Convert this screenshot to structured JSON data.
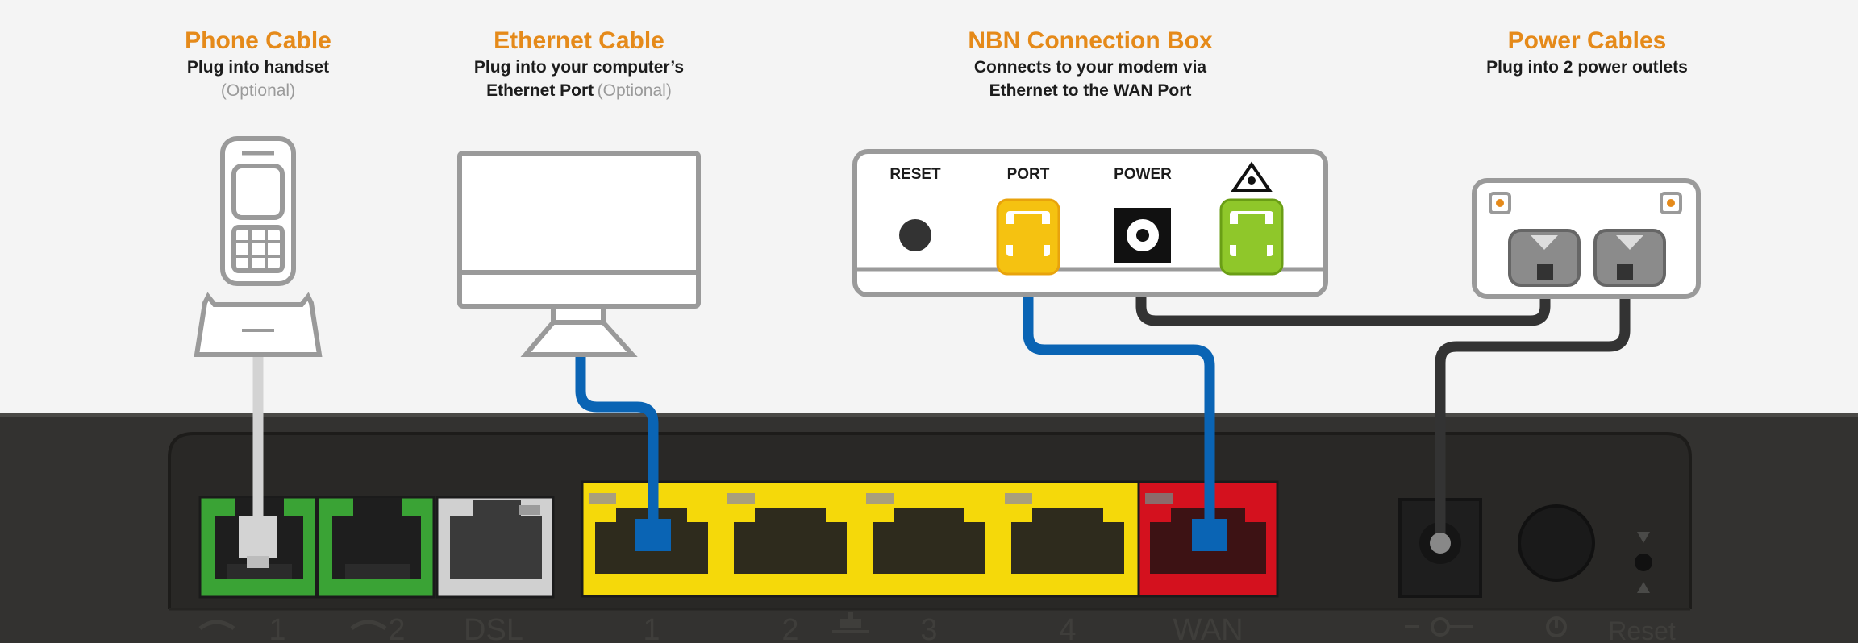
{
  "captions": {
    "phone": {
      "title": "Phone Cable",
      "line1": "Plug into handset",
      "optional": "(Optional)"
    },
    "ethernet": {
      "title": "Ethernet Cable",
      "line1": "Plug into your computer’s",
      "line2": "Ethernet Port",
      "optional": "(Optional)"
    },
    "nbn": {
      "title": "NBN Connection Box",
      "line1": "Connects to your modem via",
      "line2": "Ethernet to the WAN Port"
    },
    "power": {
      "title": "Power Cables",
      "line1": "Plug into 2 power outlets"
    }
  },
  "nbn_box": {
    "reset": "RESET",
    "port": "PORT",
    "power": "POWER"
  },
  "router_labels": {
    "phone1": "1",
    "phone2": "2",
    "dsl": "DSL",
    "lan1": "1",
    "lan2": "2",
    "lan3": "3",
    "lan4": "4",
    "wan": "WAN",
    "reset": "Reset"
  },
  "colors": {
    "accent": "#e58a1a",
    "phone_port": "#3aa335",
    "dsl_port": "#cfcfcf",
    "lan_port": "#f5d90a",
    "wan_port": "#d4111e",
    "ethernet_cable": "#0a64b4",
    "phone_cable": "#d3d3d3",
    "power_cable": "#333333",
    "router_body": "#333230"
  },
  "icons": [
    "phone-handset-icon",
    "monitor-icon",
    "laser-warning-icon",
    "power-outlet-icon",
    "network-icon",
    "dc-power-icon",
    "power-button-icon"
  ]
}
